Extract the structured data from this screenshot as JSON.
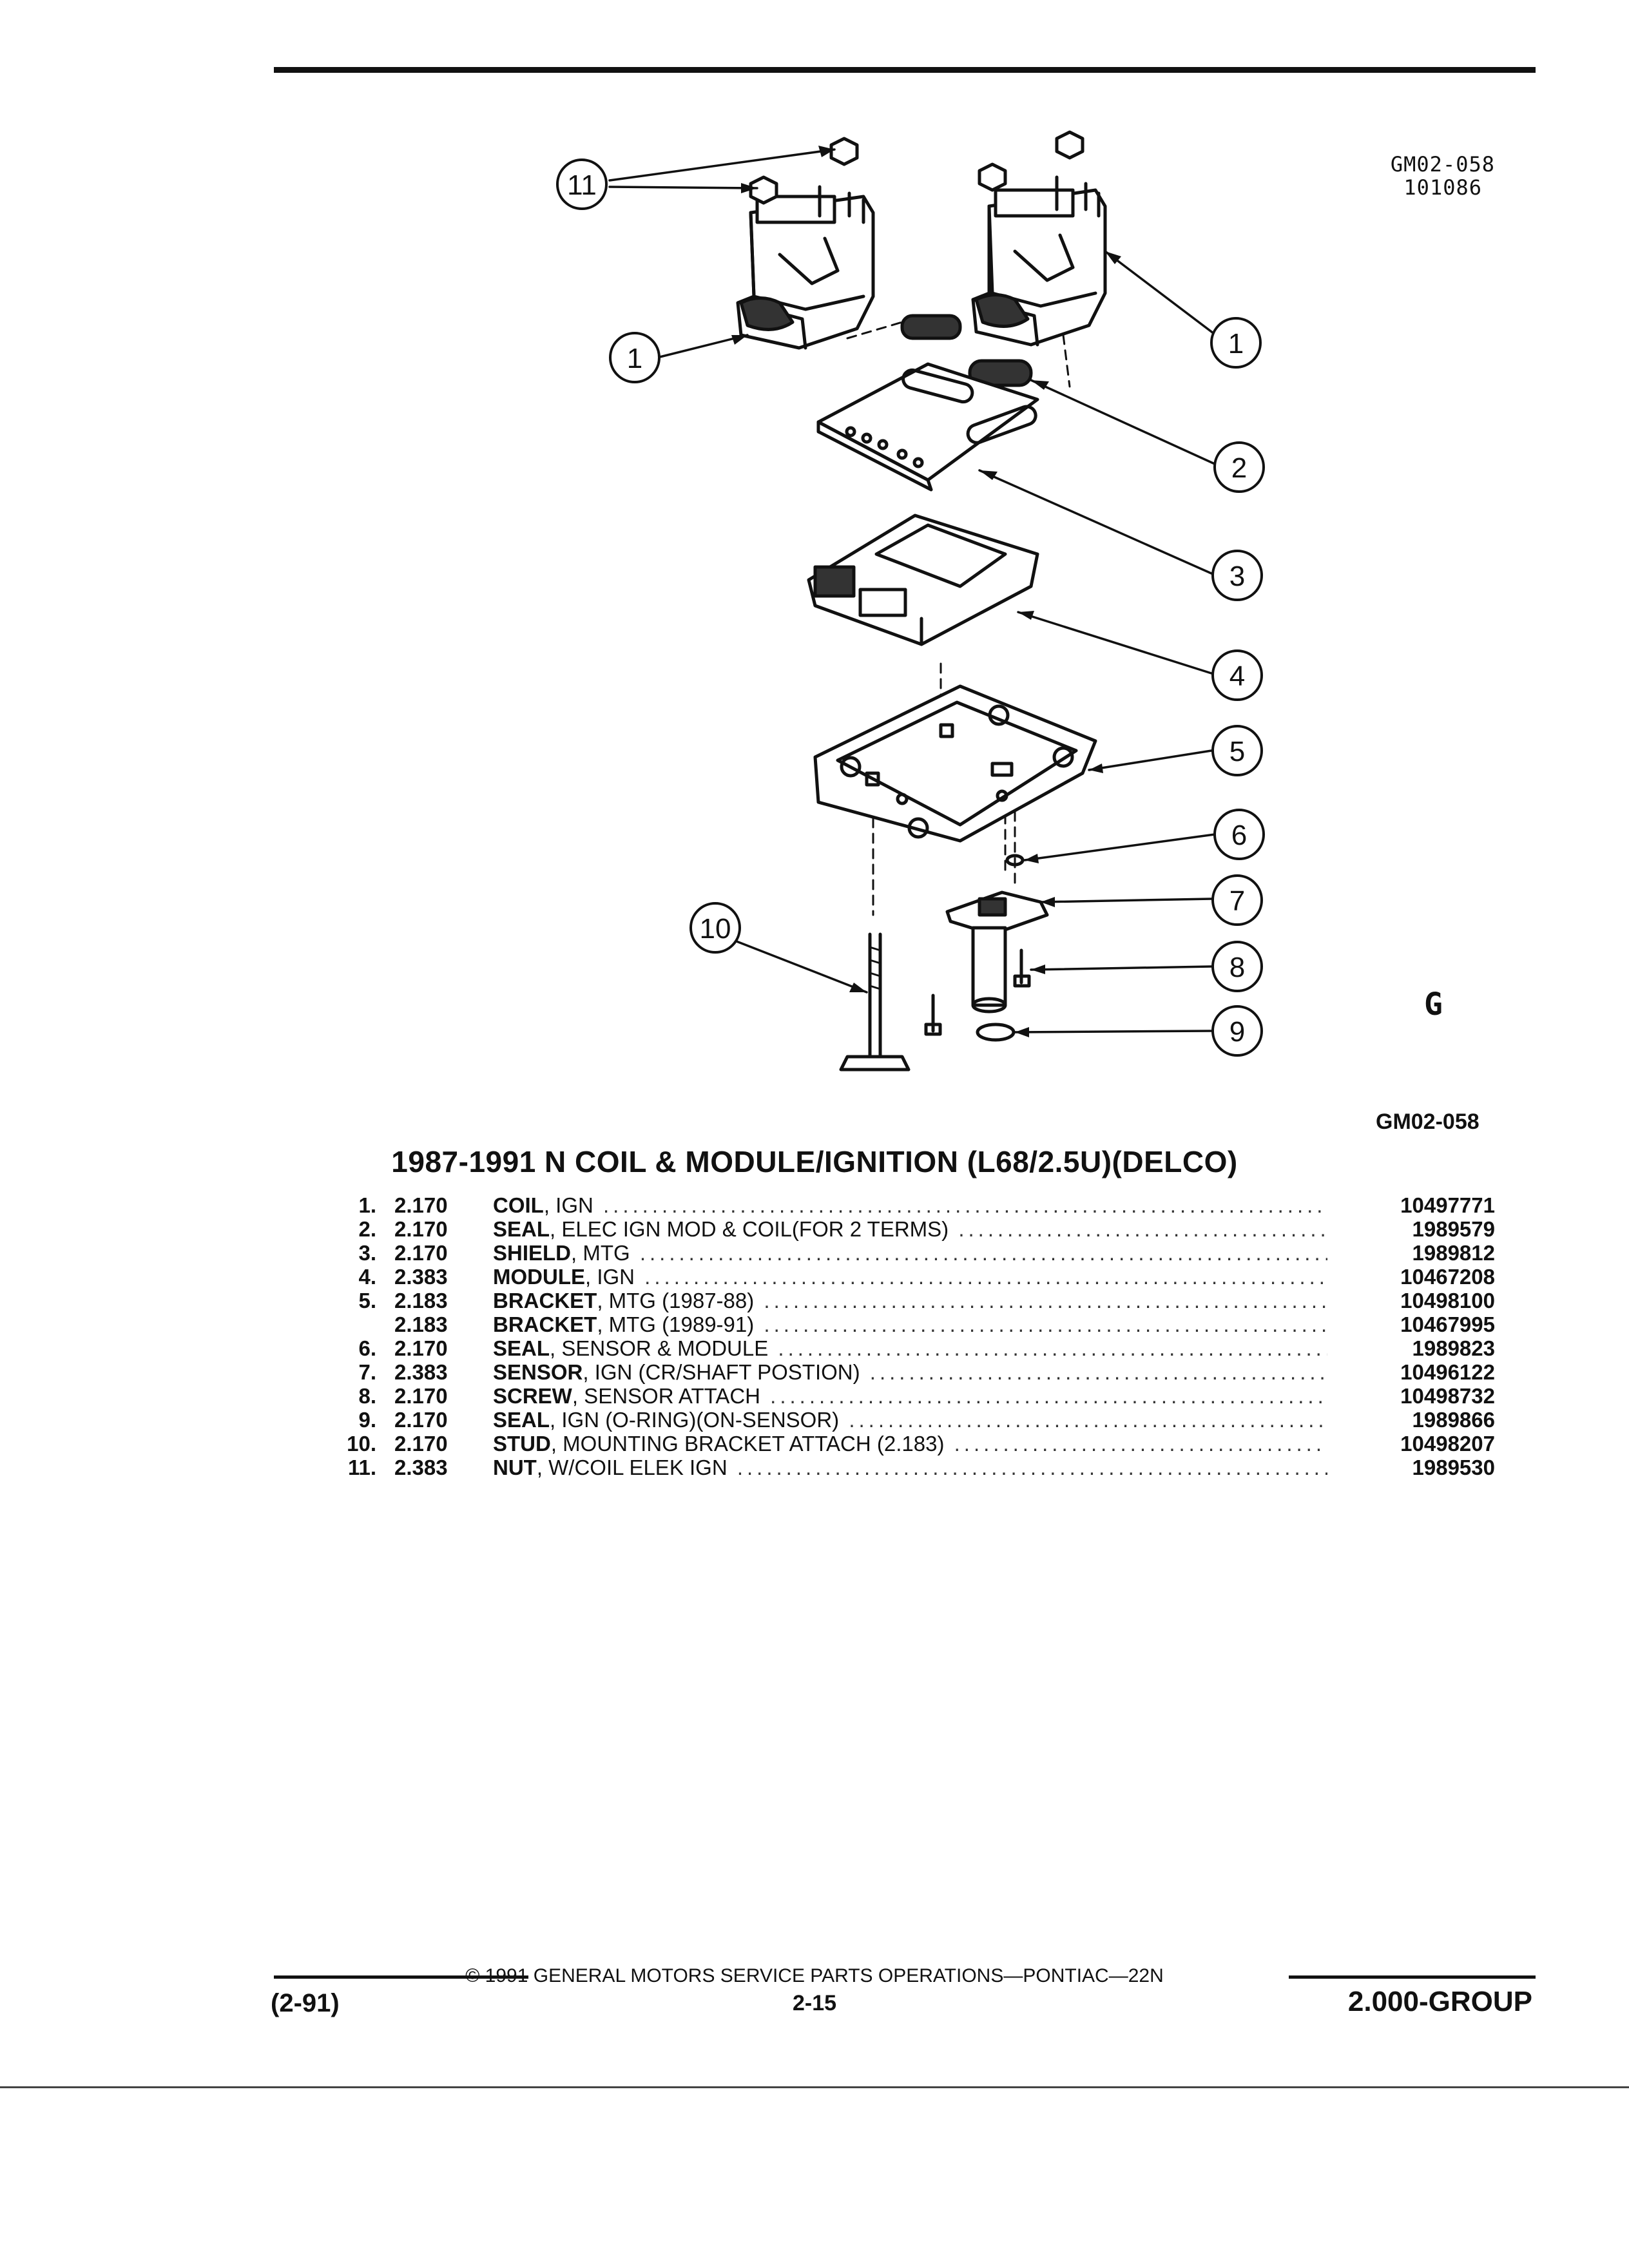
{
  "figure": {
    "ref_code": "GM02-058",
    "ref_date": "101086",
    "code": "GM02-058",
    "callouts": [
      "1",
      "1",
      "2",
      "3",
      "4",
      "5",
      "6",
      "7",
      "8",
      "9",
      "10",
      "11"
    ],
    "corner_mark": "G"
  },
  "title": "1987-1991 N COIL & MODULE/IGNITION (L68/2.5U)(DELCO)",
  "parts": [
    {
      "num": "1.",
      "group": "2.170",
      "name": "COIL",
      "detail": ", IGN",
      "part_no": "10497771"
    },
    {
      "num": "2.",
      "group": "2.170",
      "name": "SEAL",
      "detail": ", ELEC IGN MOD & COIL(FOR 2 TERMS)",
      "part_no": "1989579"
    },
    {
      "num": "3.",
      "group": "2.170",
      "name": "SHIELD",
      "detail": ", MTG",
      "part_no": "1989812"
    },
    {
      "num": "4.",
      "group": "2.383",
      "name": "MODULE",
      "detail": ", IGN",
      "part_no": "10467208"
    },
    {
      "num": "5.",
      "group": "2.183",
      "name": "BRACKET",
      "detail": ", MTG (1987-88)",
      "part_no": "10498100"
    },
    {
      "num": "",
      "group": "2.183",
      "name": "BRACKET",
      "detail": ", MTG (1989-91)",
      "part_no": "10467995"
    },
    {
      "num": "6.",
      "group": "2.170",
      "name": "SEAL",
      "detail": ", SENSOR & MODULE",
      "part_no": "1989823"
    },
    {
      "num": "7.",
      "group": "2.383",
      "name": "SENSOR",
      "detail": ", IGN (CR/SHAFT POSTION)",
      "part_no": "10496122"
    },
    {
      "num": "8.",
      "group": "2.170",
      "name": "SCREW",
      "detail": ", SENSOR ATTACH",
      "part_no": "10498732"
    },
    {
      "num": "9.",
      "group": "2.170",
      "name": "SEAL",
      "detail": ", IGN (O-RING)(ON-SENSOR)",
      "part_no": "1989866"
    },
    {
      "num": "10.",
      "group": "2.170",
      "name": "STUD",
      "detail": ", MOUNTING BRACKET ATTACH (2.183)",
      "part_no": "10498207"
    },
    {
      "num": "11.",
      "group": "2.383",
      "name": "NUT",
      "detail": ", W/COIL ELEK IGN",
      "part_no": "1989530"
    }
  ],
  "footer": {
    "copyright": "© 1991 GENERAL MOTORS SERVICE PARTS OPERATIONS—PONTIAC—22N",
    "date_code": "(2-91)",
    "page": "2-15",
    "group": "2.000-GROUP"
  }
}
